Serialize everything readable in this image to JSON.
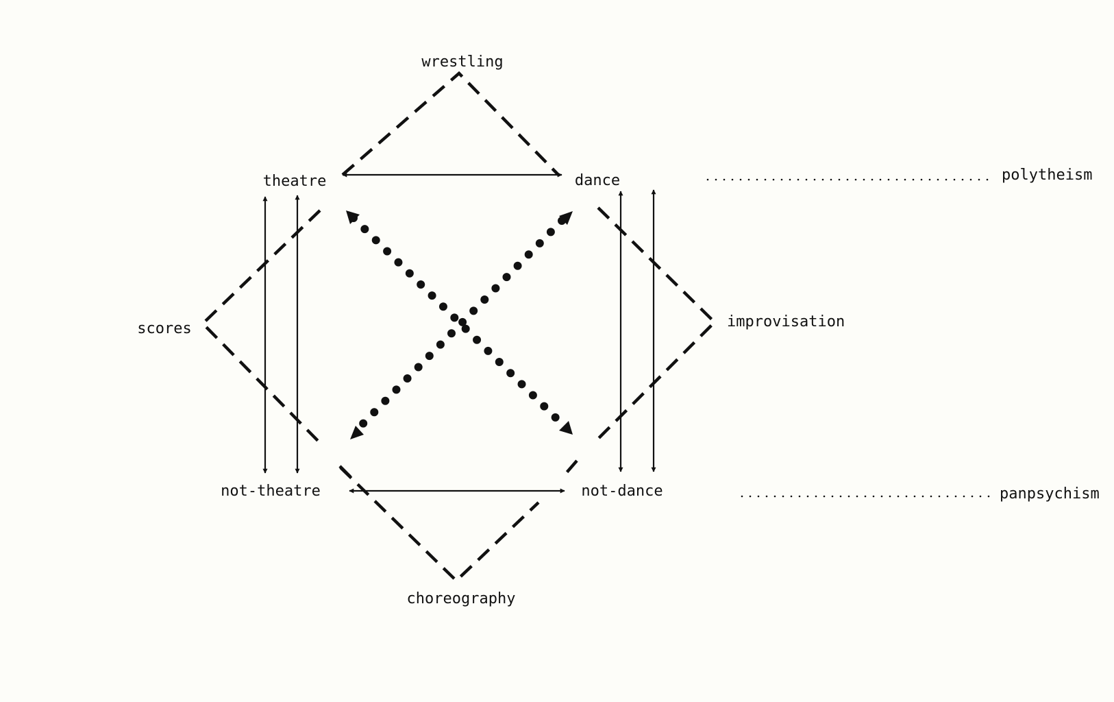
{
  "nodes": {
    "wrestling": "wrestling",
    "theatre": "theatre",
    "dance": "dance",
    "scores": "scores",
    "improvisation": "improvisation",
    "not_theatre": "not-theatre",
    "not_dance": "not-dance",
    "choreography": "choreography"
  },
  "annotations": {
    "polytheism": "polytheism",
    "panpsychism": "panpsychism"
  }
}
